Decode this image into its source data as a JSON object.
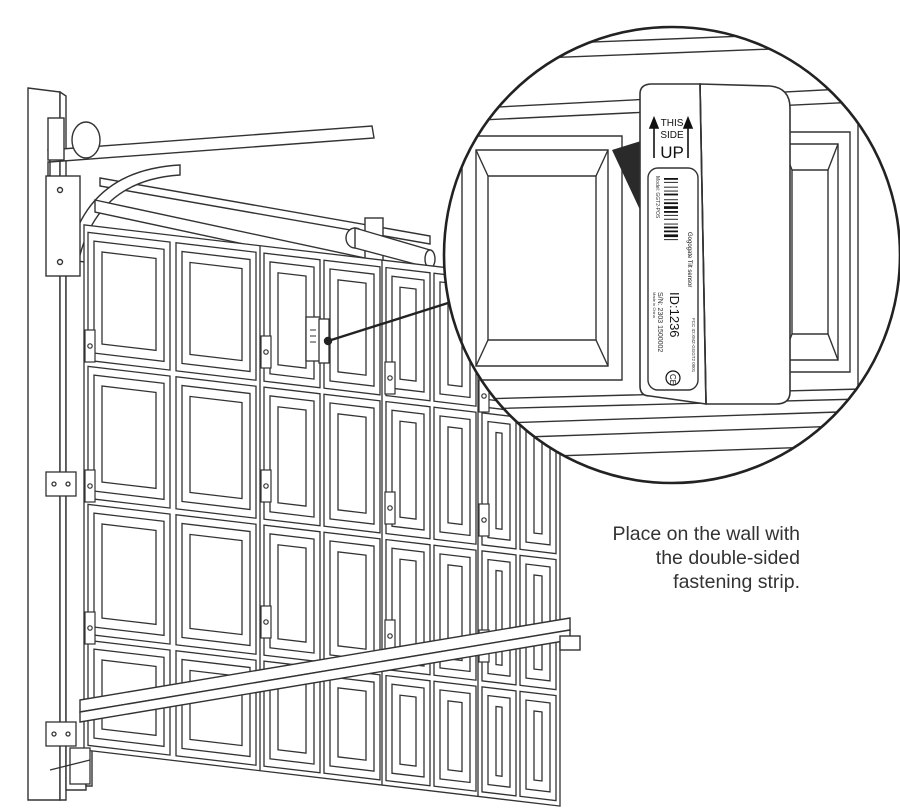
{
  "caption": {
    "lines": [
      "Place on the wall with",
      "the double-sided",
      "fastening strip."
    ]
  },
  "sensor_label": {
    "arrow_text": [
      "THIS",
      "SIDE",
      "UP"
    ],
    "model": "Model: GGT2-POS",
    "product": "Gogogate Tilt sensor",
    "id": "ID:1236",
    "serial": "S/N: 2303 1500002",
    "made_in": "Made in China",
    "fcc": "FCC ID:XMZ-GGGT2 0001",
    "ce_mark": "CE"
  },
  "colors": {
    "line": "#333333",
    "door_fill": "#ffffff",
    "shadow": "#2a2a2a"
  }
}
